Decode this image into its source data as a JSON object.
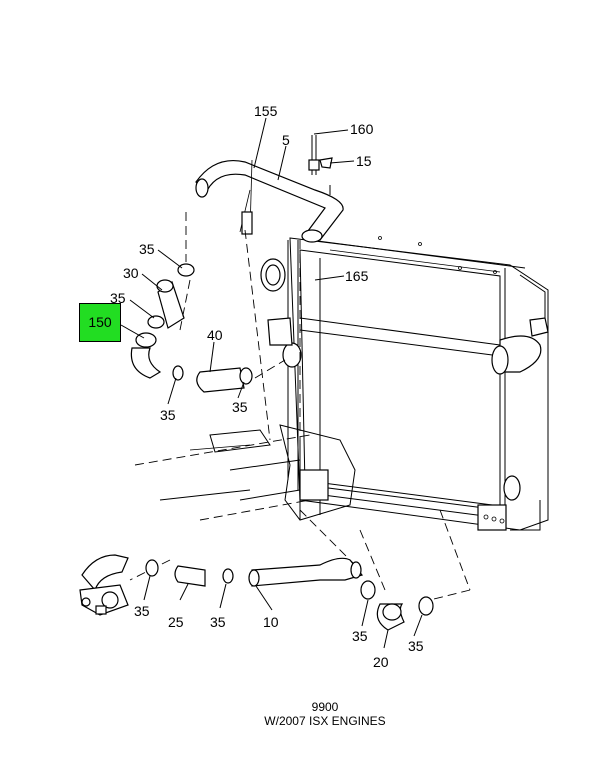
{
  "highlight": {
    "label": "150",
    "color": "#22dd22"
  },
  "callouts": {
    "c155": "155",
    "c5": "5",
    "c160": "160",
    "c15": "15",
    "c165": "165",
    "c35a": "35",
    "c30": "30",
    "c35b": "35",
    "c40": "40",
    "c35c": "35",
    "c35d": "35",
    "c35e": "35",
    "c25": "25",
    "c35f": "35",
    "c10": "10",
    "c35g": "35",
    "c20": "20",
    "c35h": "35"
  },
  "caption": {
    "line1": "9900",
    "line2": "W/2007 ISX ENGINES"
  }
}
